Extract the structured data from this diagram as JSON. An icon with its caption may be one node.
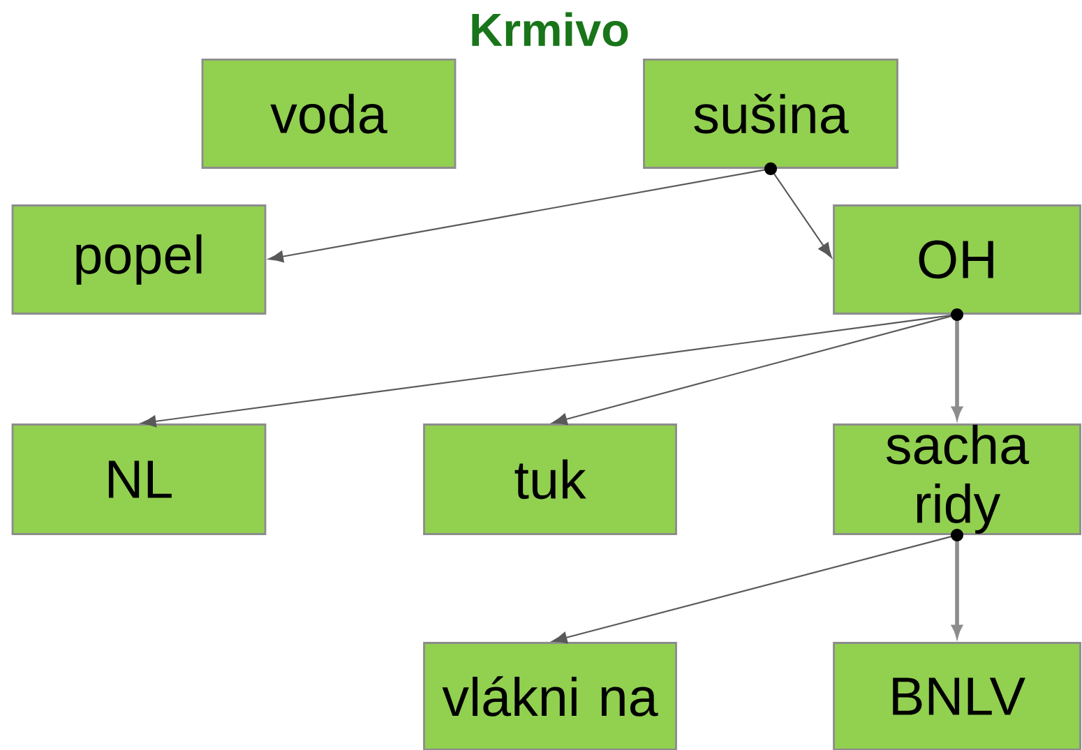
{
  "diagram": {
    "title": "Krmivo",
    "nodes": [
      {
        "text": [
          "voda"
        ]
      },
      {
        "text": [
          "sušina"
        ]
      },
      {
        "text": [
          "popel"
        ]
      },
      {
        "text": [
          "OH"
        ]
      },
      {
        "text": [
          "NL"
        ]
      },
      {
        "text": [
          "tuk"
        ]
      },
      {
        "text": [
          "sacha ridy"
        ]
      },
      {
        "text": [
          "vlákni na"
        ]
      },
      {
        "text": [
          "BNLV"
        ]
      }
    ],
    "edges": [
      {
        "from": 1,
        "to": 2,
        "arrow": "to"
      },
      {
        "from": 1,
        "to": 3,
        "arrow": "to"
      },
      {
        "from": 3,
        "to": 4,
        "arrow": "to"
      },
      {
        "from": 3,
        "to": 5,
        "arrow": "to"
      },
      {
        "from": 3,
        "to": 6,
        "arrow": "to",
        "style": "thick"
      },
      {
        "from": 6,
        "to": 7,
        "arrow": "to"
      },
      {
        "from": 6,
        "to": 8,
        "arrow": "to",
        "style": "thick"
      }
    ]
  }
}
